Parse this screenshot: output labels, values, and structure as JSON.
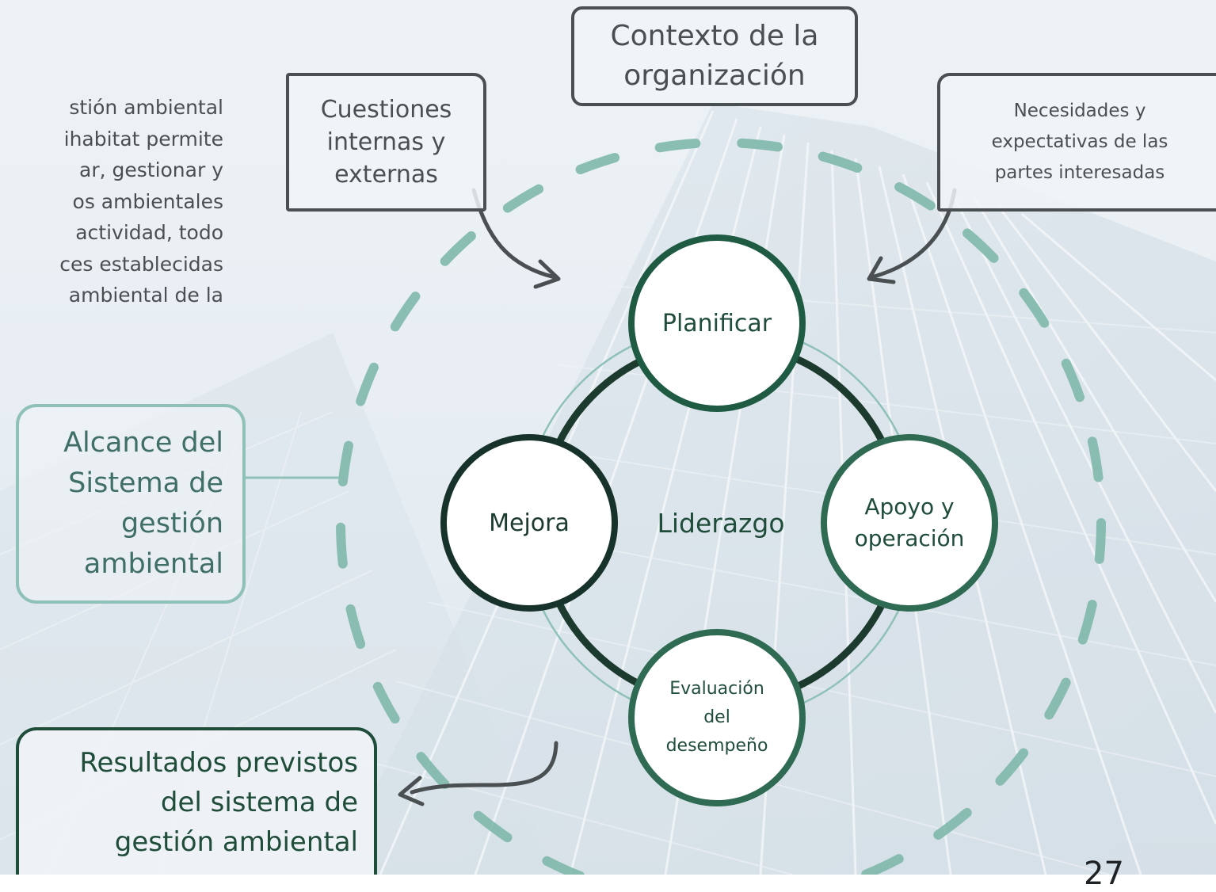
{
  "intro_text": [
    "stión ambiental",
    "ihabitat permite",
    "ar, gestionar y",
    "os ambientales",
    "actividad, todo",
    "ces establecidas",
    "ambiental de la"
  ],
  "context_box": {
    "lines": [
      "Contexto de la",
      "organización"
    ]
  },
  "internal_issues_box": {
    "lines": [
      "Cuestiones",
      "internas y",
      "externas"
    ]
  },
  "needs_box": {
    "lines": [
      "Necesidades y",
      "expectativas de las",
      "partes interesadas"
    ]
  },
  "scope_box": {
    "lines": [
      "Alcance del",
      "Sistema de",
      "gestión",
      "ambiental"
    ]
  },
  "results_box": {
    "lines": [
      "Resultados previstos",
      "del sistema de",
      "gestión ambiental"
    ]
  },
  "cycle": {
    "plan": [
      "Planificar"
    ],
    "support": [
      "Apoyo y",
      "operación"
    ],
    "evaluation": [
      "Evaluación",
      "del",
      "desempeño"
    ],
    "improve": [
      "Mejora"
    ],
    "center": "Liderazgo"
  },
  "page_number": "27",
  "colors": {
    "dark_green": "#1f4d3a",
    "cycle_green": "#2f6b52",
    "teal_light": "#8fc1b8",
    "dashed_teal": "#7fb8ab",
    "box_border": "#4a4f52"
  }
}
